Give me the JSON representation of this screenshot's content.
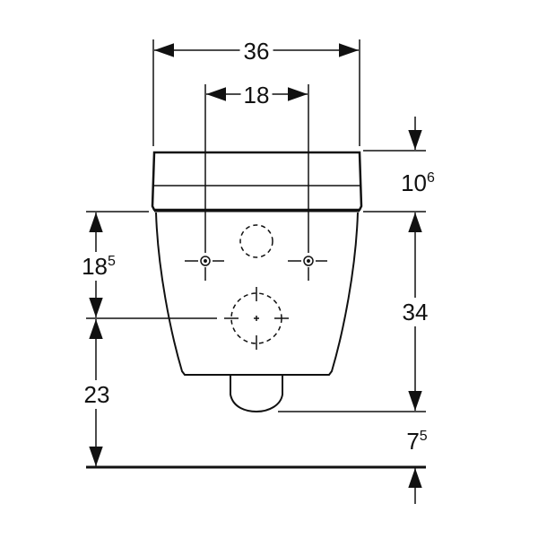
{
  "dimensions": {
    "overall_width": "36",
    "fixing_spacing": "18",
    "lid_height": {
      "main": "10",
      "sup": "6"
    },
    "bowl_height": "34",
    "fixing_height": {
      "main": "18",
      "sup": "5"
    },
    "drain_height": "23",
    "outlet_clearance": {
      "main": "7",
      "sup": "5"
    }
  },
  "colors": {
    "line": "#111111",
    "background": "#ffffff"
  }
}
